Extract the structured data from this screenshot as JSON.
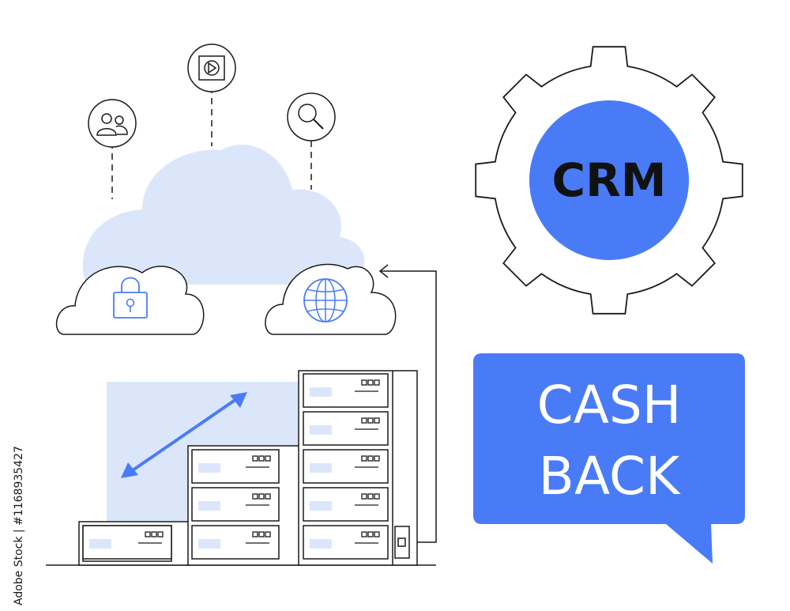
{
  "gear": {
    "label": "CRM"
  },
  "bubble": {
    "line1": "CASH",
    "line2": "BACK"
  },
  "watermark": {
    "text": "Adobe Stock | #1168935427"
  },
  "icons": {
    "users": "users-icon",
    "video": "video-player-icon",
    "search": "search-icon",
    "lock": "padlock-icon",
    "globe": "globe-icon",
    "arrow": "double-arrow-icon"
  },
  "colors": {
    "accent": "#4a7bf7",
    "light_blue": "#dce6fb",
    "stroke": "#1a1a1a",
    "white": "#ffffff"
  }
}
